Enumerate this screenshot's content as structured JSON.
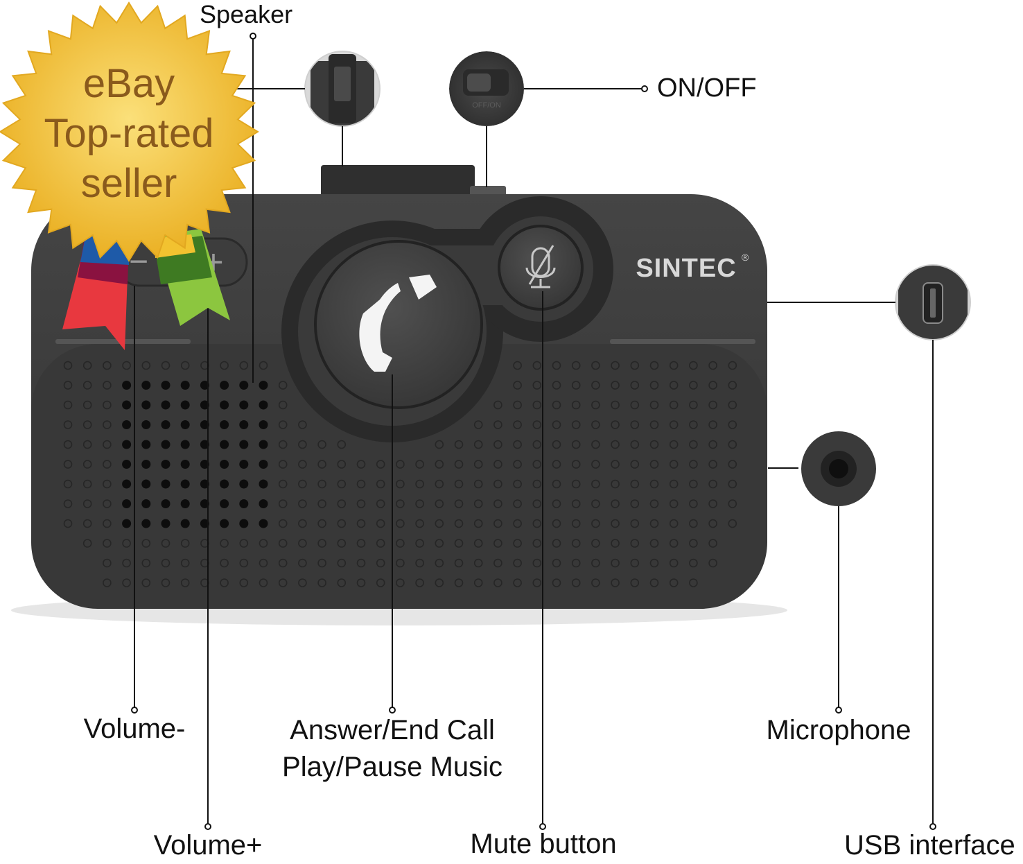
{
  "badge": {
    "line1": "eBay",
    "line2": "Top-rated",
    "line3": "seller"
  },
  "device": {
    "brand": "SINTEC",
    "registered_mark": "®",
    "switch_text": "OFF/ON",
    "volume_minus_glyph": "−",
    "volume_plus_glyph": "+"
  },
  "labels": {
    "speaker": "Speaker",
    "on_off": "ON/OFF",
    "volume_minus": "Volume-",
    "volume_plus": "Volume+",
    "answer_end_call": "Answer/End Call",
    "play_pause_music": "Play/Pause Music",
    "mute_button": "Mute button",
    "microphone": "Microphone",
    "usb_interface": "USB interface"
  },
  "colors": {
    "device_body": "#3b3b3b",
    "badge_gold": "#f2c230",
    "badge_text": "#8a5a1c"
  }
}
